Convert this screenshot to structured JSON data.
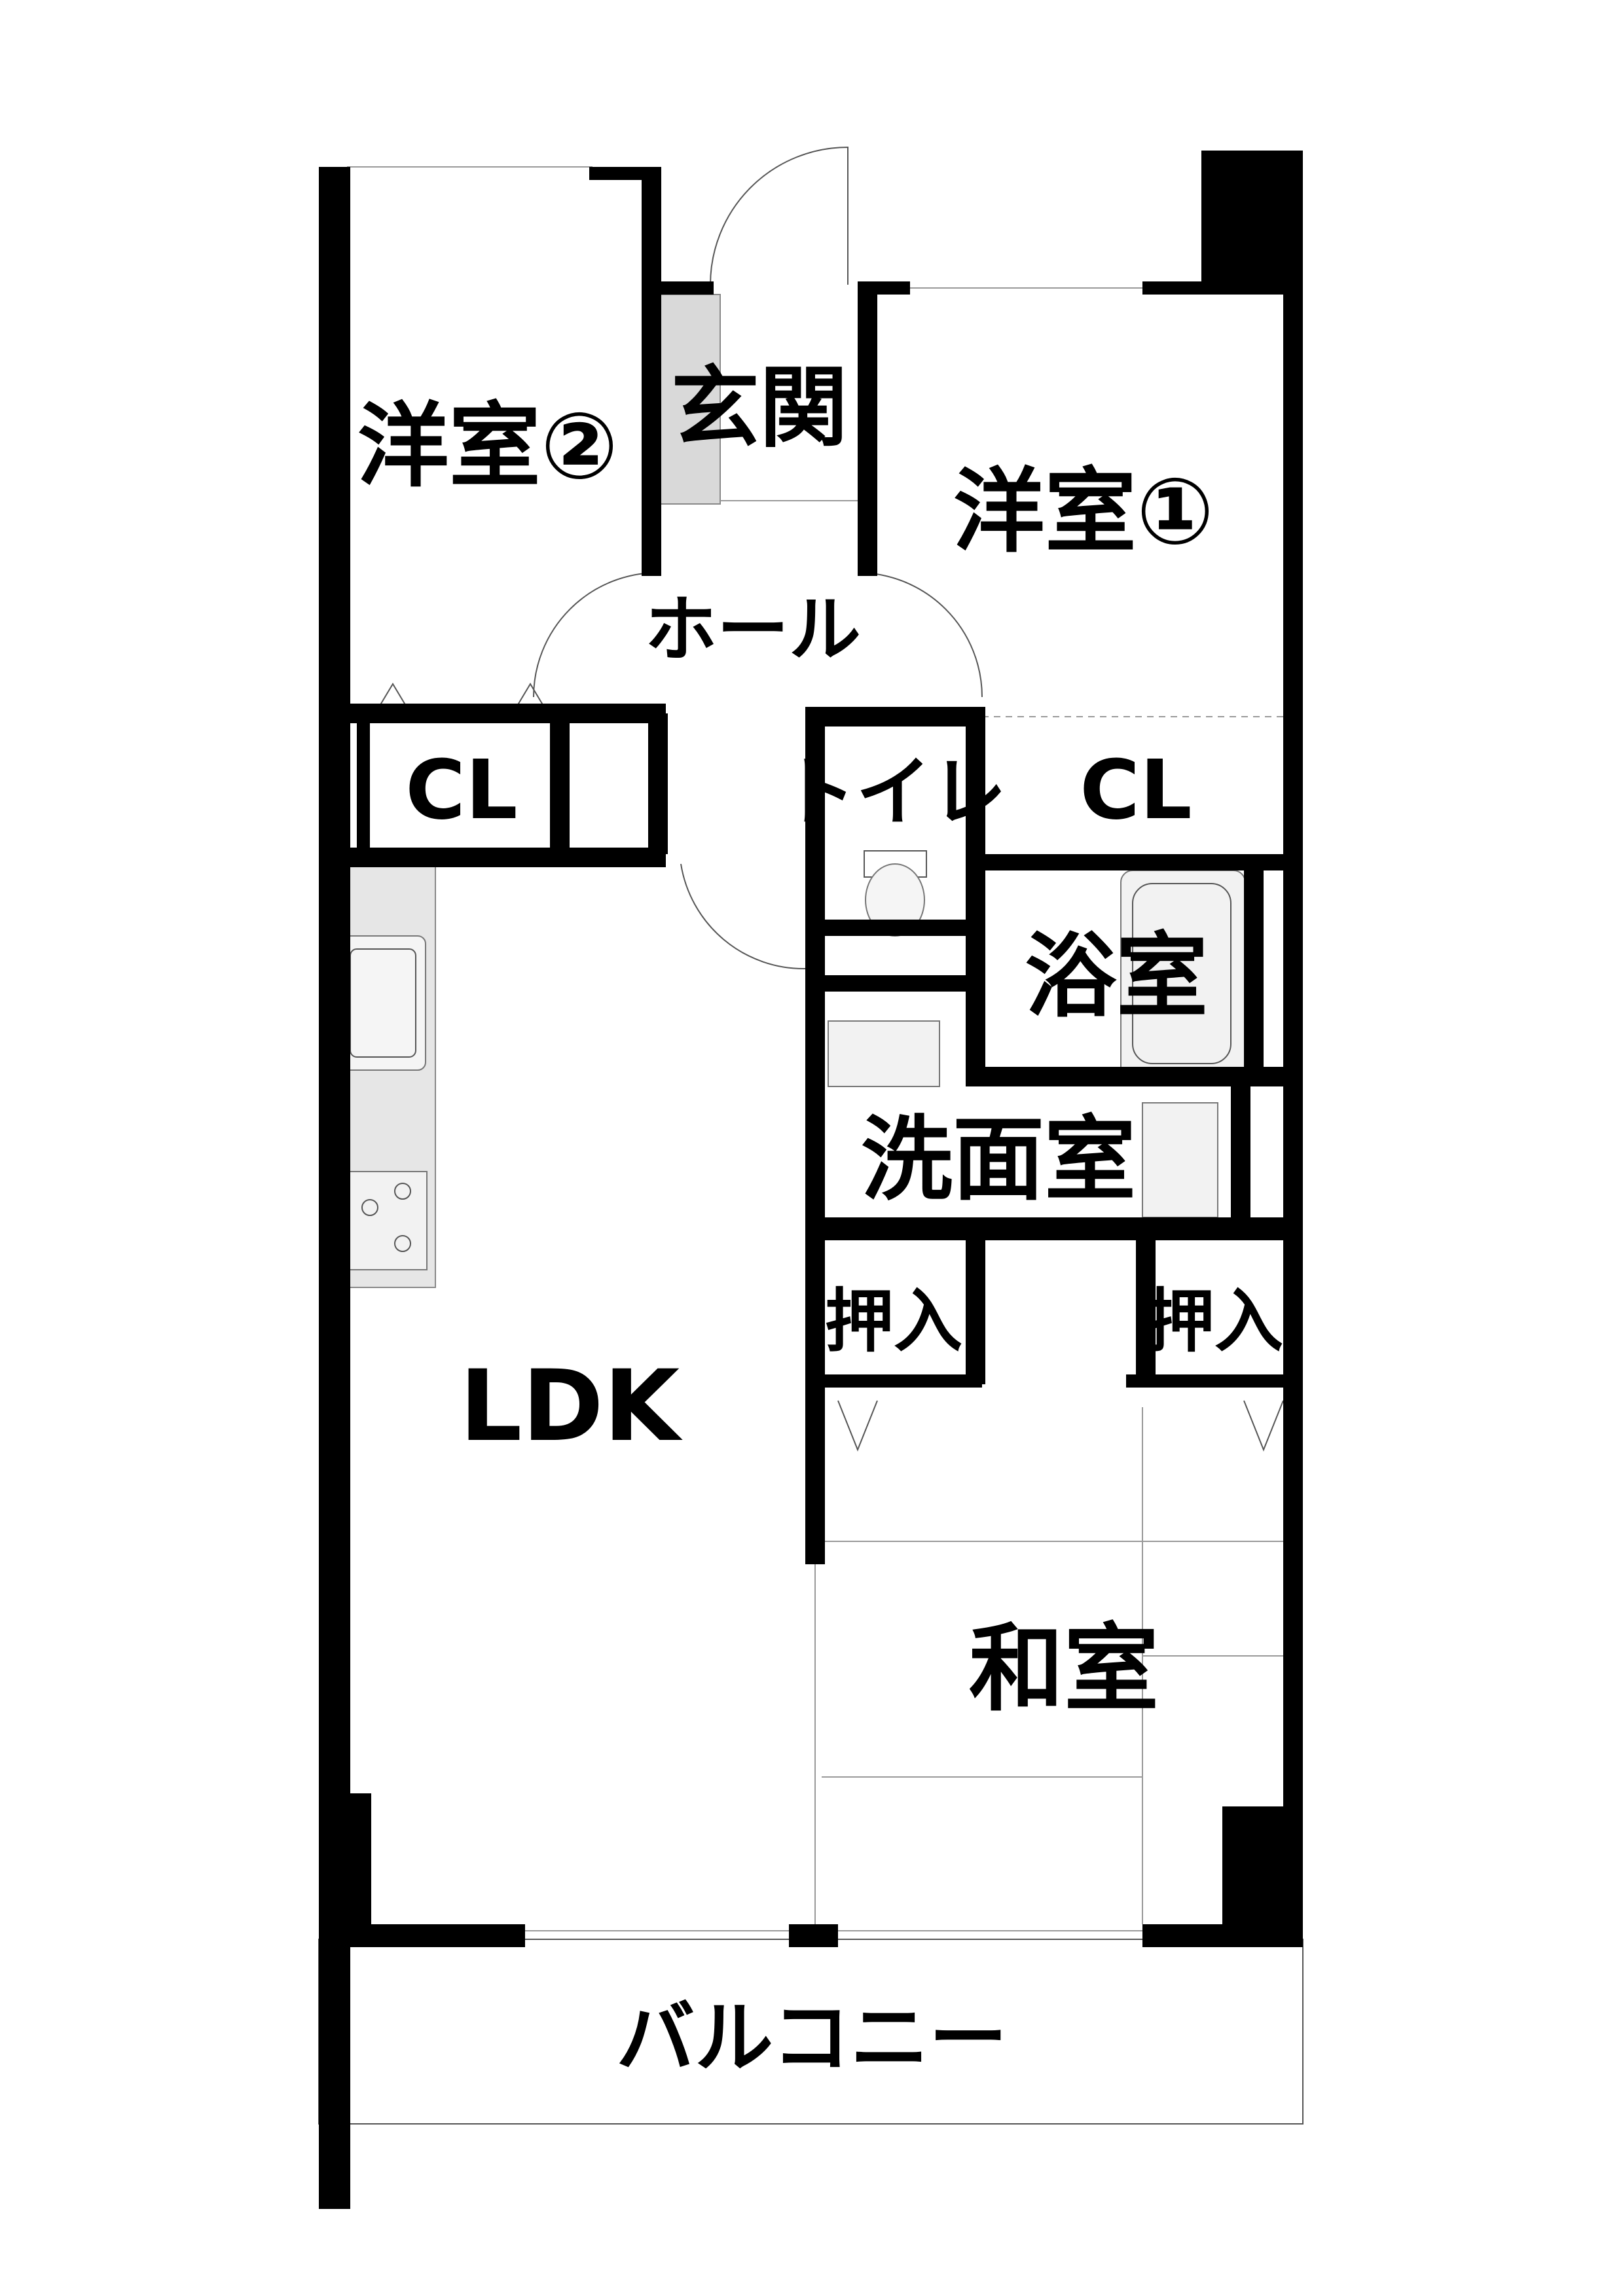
{
  "rooms": {
    "western2": "洋室②",
    "entrance": "玄関",
    "western1": "洋室①",
    "hall": "ホール",
    "closet_left": "CL",
    "toilet": "トイレ",
    "closet_right": "CL",
    "bath": "浴室",
    "washroom": "洗面室",
    "ldk": "LDK",
    "oshiire_left": "押入",
    "oshiire_right": "押入",
    "washitsu": "和室",
    "balcony": "バルコニー"
  },
  "colors": {
    "wall": "#000000",
    "floor_hatch": "#d9d9d9",
    "fixture": "#888888"
  }
}
